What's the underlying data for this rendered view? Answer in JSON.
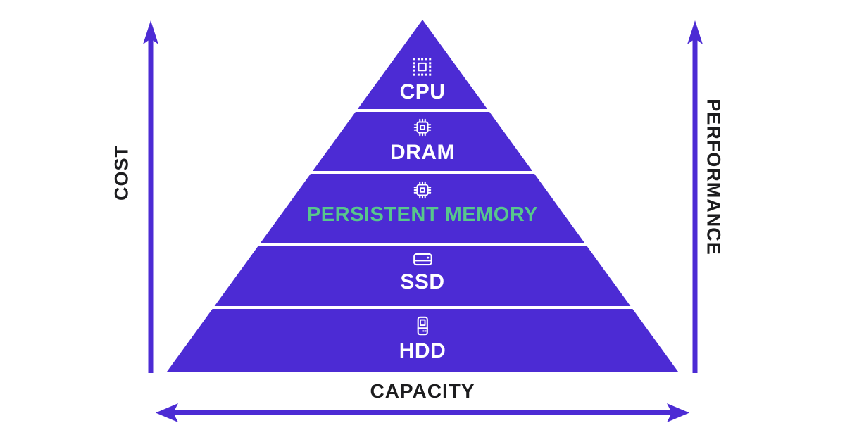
{
  "diagram": {
    "type": "memory-hierarchy-pyramid",
    "pyramid": {
      "tiers": [
        {
          "label": "CPU",
          "icon": "cpu-chip-dotted-icon",
          "label_color": "#FFFFFF"
        },
        {
          "label": "DRAM",
          "icon": "memory-chip-icon",
          "label_color": "#FFFFFF"
        },
        {
          "label": "PERSISTENT MEMORY",
          "icon": "memory-chip-icon",
          "label_color": "#57C78C"
        },
        {
          "label": "SSD",
          "icon": "ssd-drive-icon",
          "label_color": "#FFFFFF"
        },
        {
          "label": "HDD",
          "icon": "hdd-drive-icon",
          "label_color": "#FFFFFF"
        }
      ]
    },
    "axes": {
      "left": {
        "label": "COST",
        "direction": "up"
      },
      "right": {
        "label": "PERFORMANCE",
        "direction": "up"
      },
      "bottom": {
        "label": "CAPACITY",
        "direction": "left-right"
      }
    },
    "colors": {
      "accent": "#4C2BD4",
      "highlight_green": "#57C78C",
      "tier_text": "#FFFFFF",
      "axis_text": "#1C1C1E",
      "separator": "#FFFFFF",
      "background": "#FFFFFF"
    }
  }
}
